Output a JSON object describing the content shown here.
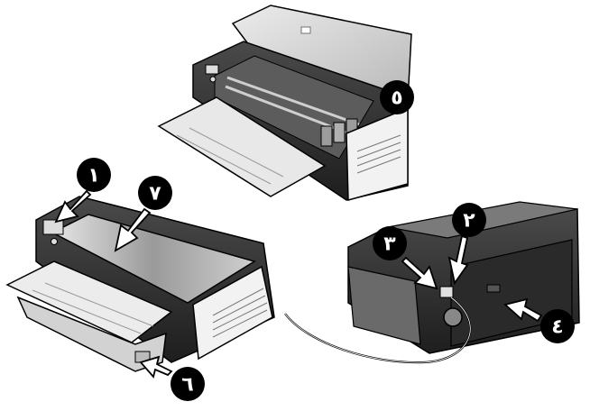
{
  "diagram": {
    "callouts": [
      {
        "id": "c1",
        "label": "١",
        "target": "control-panel"
      },
      {
        "id": "c2",
        "label": "٢",
        "target": "usb-port"
      },
      {
        "id": "c3",
        "label": "٣",
        "target": "power-input"
      },
      {
        "id": "c4",
        "label": "٤",
        "target": "rear-access-panel"
      },
      {
        "id": "c5",
        "label": "٥",
        "target": "print-cartridges"
      },
      {
        "id": "c6",
        "label": "٦",
        "target": "paper-guide"
      },
      {
        "id": "c7",
        "label": "٧",
        "target": "top-cover"
      }
    ],
    "colors": {
      "callout_fill": "#000000",
      "callout_text": "#ffffff",
      "body_dark": "#3a3a3a",
      "body_mid": "#8c8c8c",
      "body_light": "#d9d9d9",
      "outline": "#000000"
    }
  }
}
